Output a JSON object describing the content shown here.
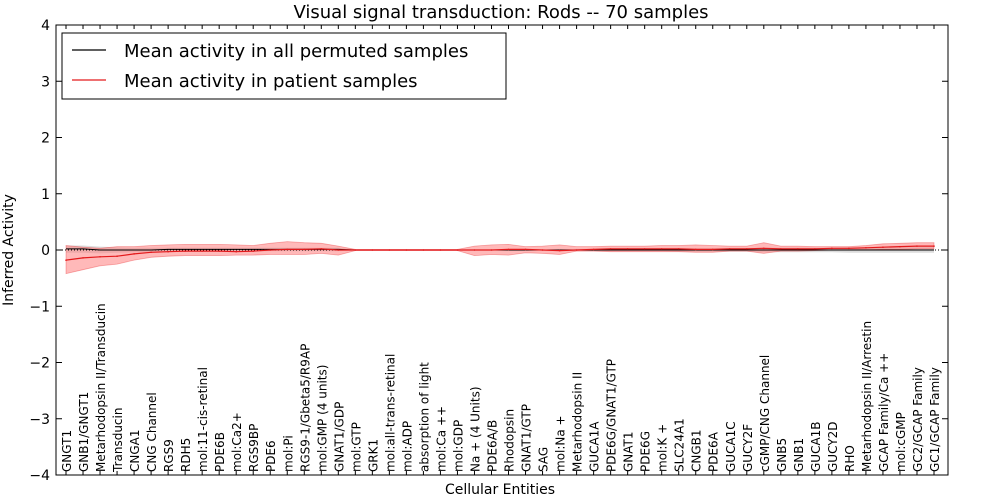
{
  "chart_data": {
    "type": "line",
    "title": "Visual signal transduction: Rods -- 70 samples",
    "xlabel": "Cellular Entities",
    "ylabel": "Inferred Activity",
    "ylim": [
      -4,
      4
    ],
    "yticks": [
      "4",
      "3",
      "2",
      "1",
      "0",
      "−1",
      "−2",
      "−3",
      "−4"
    ],
    "legend_position": "top-left",
    "colors": {
      "permuted": "#000000",
      "patient": "#e41a1c",
      "patient_band": "#ff8080",
      "permuted_band": "#c0c0c0"
    },
    "categories": [
      "GNGT1",
      "GNB1/GNGT1",
      "Metarhodopsin II/Transducin",
      "Transducin",
      "CNGA1",
      "CNG Channel",
      "RGS9",
      "RDH5",
      "mol:11-cis-retinal",
      "PDE6B",
      "mol:Ca2+",
      "RGS9BP",
      "PDE6",
      "mol:Pi",
      "RGS9-1/Gbeta5/R9AP",
      "mol:GMP (4 units)",
      "GNAT1/GDP",
      "mol:GTP",
      "GRK1",
      "mol:all-trans-retinal",
      "mol:ADP",
      "absorption of light",
      "mol:Ca ++",
      "mol:GDP",
      "Na + (4 Units)",
      "PDE6A/B",
      "Rhodopsin",
      "GNAT1/GTP",
      "SAG",
      "mol:Na +",
      "Metarhodopsin II",
      "GUCA1A",
      "PDE6G/GNAT1/GTP",
      "GNAT1",
      "PDE6G",
      "mol:K +",
      "SLC24A1",
      "CNGB1",
      "PDE6A",
      "GUCA1C",
      "GUCY2F",
      "cGMP/CNG Channel",
      "GNB5",
      "GNB1",
      "GUCA1B",
      "GUCY2D",
      "RHO",
      "Metarhodopsin II/Arrestin",
      "GCAP Family/Ca ++",
      "mol:cGMP",
      "GC2/GCAP Family",
      "GC1/GCAP Family"
    ],
    "series": [
      {
        "name": "Mean activity in all permuted samples",
        "values": [
          0.02,
          0.02,
          0.0,
          0.0,
          0.0,
          0.0,
          0.01,
          0.01,
          0.01,
          0.01,
          0.01,
          0.01,
          0.01,
          0.01,
          0.01,
          0.01,
          0.01,
          0.0,
          0.0,
          0.0,
          0.0,
          0.0,
          0.0,
          0.0,
          0.0,
          0.0,
          0.0,
          0.0,
          0.0,
          0.0,
          0.0,
          0.0,
          0.0,
          0.0,
          0.0,
          0.0,
          0.0,
          0.0,
          0.0,
          0.0,
          0.0,
          0.0,
          0.0,
          0.0,
          0.0,
          0.0,
          0.0,
          0.0,
          0.0,
          0.0,
          0.0,
          0.0
        ],
        "lower": [
          -0.05,
          -0.05,
          -0.06,
          -0.05,
          -0.04,
          -0.04,
          -0.03,
          -0.03,
          -0.03,
          -0.03,
          -0.03,
          -0.03,
          -0.02,
          -0.02,
          -0.02,
          -0.02,
          -0.02,
          -0.01,
          -0.01,
          -0.01,
          -0.01,
          -0.01,
          -0.01,
          -0.01,
          -0.01,
          -0.01,
          -0.01,
          -0.01,
          -0.01,
          -0.01,
          -0.02,
          -0.02,
          -0.02,
          -0.02,
          -0.02,
          -0.02,
          -0.03,
          -0.03,
          -0.03,
          -0.03,
          -0.03,
          -0.04,
          -0.04,
          -0.04,
          -0.04,
          -0.04,
          -0.05,
          -0.05,
          -0.05,
          -0.05,
          -0.05,
          -0.05
        ],
        "upper": [
          0.08,
          0.08,
          0.06,
          0.05,
          0.04,
          0.04,
          0.04,
          0.04,
          0.04,
          0.04,
          0.04,
          0.04,
          0.04,
          0.04,
          0.04,
          0.04,
          0.04,
          0.01,
          0.01,
          0.01,
          0.01,
          0.01,
          0.01,
          0.01,
          0.01,
          0.01,
          0.01,
          0.01,
          0.01,
          0.01,
          0.02,
          0.02,
          0.02,
          0.02,
          0.02,
          0.02,
          0.03,
          0.03,
          0.03,
          0.03,
          0.03,
          0.04,
          0.04,
          0.04,
          0.04,
          0.04,
          0.05,
          0.05,
          0.05,
          0.05,
          0.05,
          0.05
        ]
      },
      {
        "name": "Mean activity in patient samples",
        "values": [
          -0.18,
          -0.14,
          -0.12,
          -0.11,
          -0.07,
          -0.04,
          -0.03,
          -0.02,
          -0.02,
          -0.02,
          -0.03,
          -0.02,
          0.0,
          0.01,
          0.01,
          0.02,
          0.0,
          0.0,
          0.0,
          0.0,
          0.0,
          0.0,
          0.0,
          0.0,
          0.0,
          0.0,
          0.01,
          0.01,
          0.0,
          -0.01,
          0.0,
          0.01,
          0.02,
          0.02,
          0.02,
          0.02,
          0.02,
          0.01,
          0.01,
          0.02,
          0.02,
          0.03,
          0.02,
          0.02,
          0.02,
          0.03,
          0.03,
          0.04,
          0.05,
          0.06,
          0.07,
          0.07
        ],
        "lower": [
          -0.42,
          -0.35,
          -0.28,
          -0.25,
          -0.18,
          -0.13,
          -0.11,
          -0.1,
          -0.1,
          -0.1,
          -0.09,
          -0.09,
          -0.08,
          -0.08,
          -0.08,
          -0.06,
          -0.09,
          -0.01,
          -0.01,
          -0.01,
          -0.01,
          -0.01,
          -0.01,
          -0.01,
          -0.1,
          -0.08,
          -0.09,
          -0.05,
          -0.06,
          -0.08,
          -0.02,
          -0.02,
          -0.03,
          -0.03,
          -0.03,
          -0.03,
          -0.03,
          -0.04,
          -0.04,
          -0.02,
          -0.02,
          -0.06,
          -0.02,
          -0.02,
          -0.01,
          0.0,
          0.0,
          0.0,
          0.01,
          0.01,
          0.02,
          0.02
        ],
        "upper": [
          0.08,
          0.05,
          0.03,
          0.06,
          0.06,
          0.08,
          0.09,
          0.1,
          0.1,
          0.1,
          0.09,
          0.08,
          0.12,
          0.15,
          0.13,
          0.12,
          0.07,
          0.01,
          0.01,
          0.01,
          0.01,
          0.01,
          0.01,
          0.01,
          0.07,
          0.09,
          0.1,
          0.06,
          0.07,
          0.09,
          0.06,
          0.06,
          0.07,
          0.07,
          0.07,
          0.08,
          0.08,
          0.09,
          0.08,
          0.07,
          0.07,
          0.13,
          0.07,
          0.07,
          0.06,
          0.06,
          0.06,
          0.08,
          0.11,
          0.12,
          0.13,
          0.13
        ]
      }
    ]
  }
}
